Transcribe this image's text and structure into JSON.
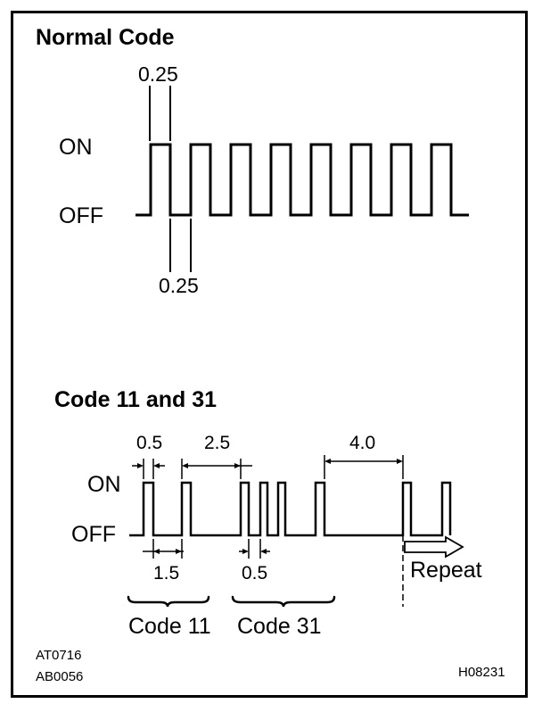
{
  "section1": {
    "title": "Normal Code",
    "on_label": "ON",
    "off_label": "OFF",
    "dim_on": "0.25",
    "dim_off": "0.25"
  },
  "section2": {
    "title": "Code 11 and 31",
    "on_label": "ON",
    "off_label": "OFF",
    "dim_pulse": "0.5",
    "dim_gap_long": "2.5",
    "dim_repeat_gap": "4.0",
    "dim_gap_code11": "1.5",
    "dim_gap_short": "0.5",
    "repeat_label": "Repeat",
    "code11_label": "Code 11",
    "code31_label": "Code 31"
  },
  "refs": {
    "ref1": "AT0716",
    "ref2": "AB0056",
    "ref3": "H08231"
  },
  "colors": {
    "ink": "#000000",
    "background": "#ffffff"
  }
}
